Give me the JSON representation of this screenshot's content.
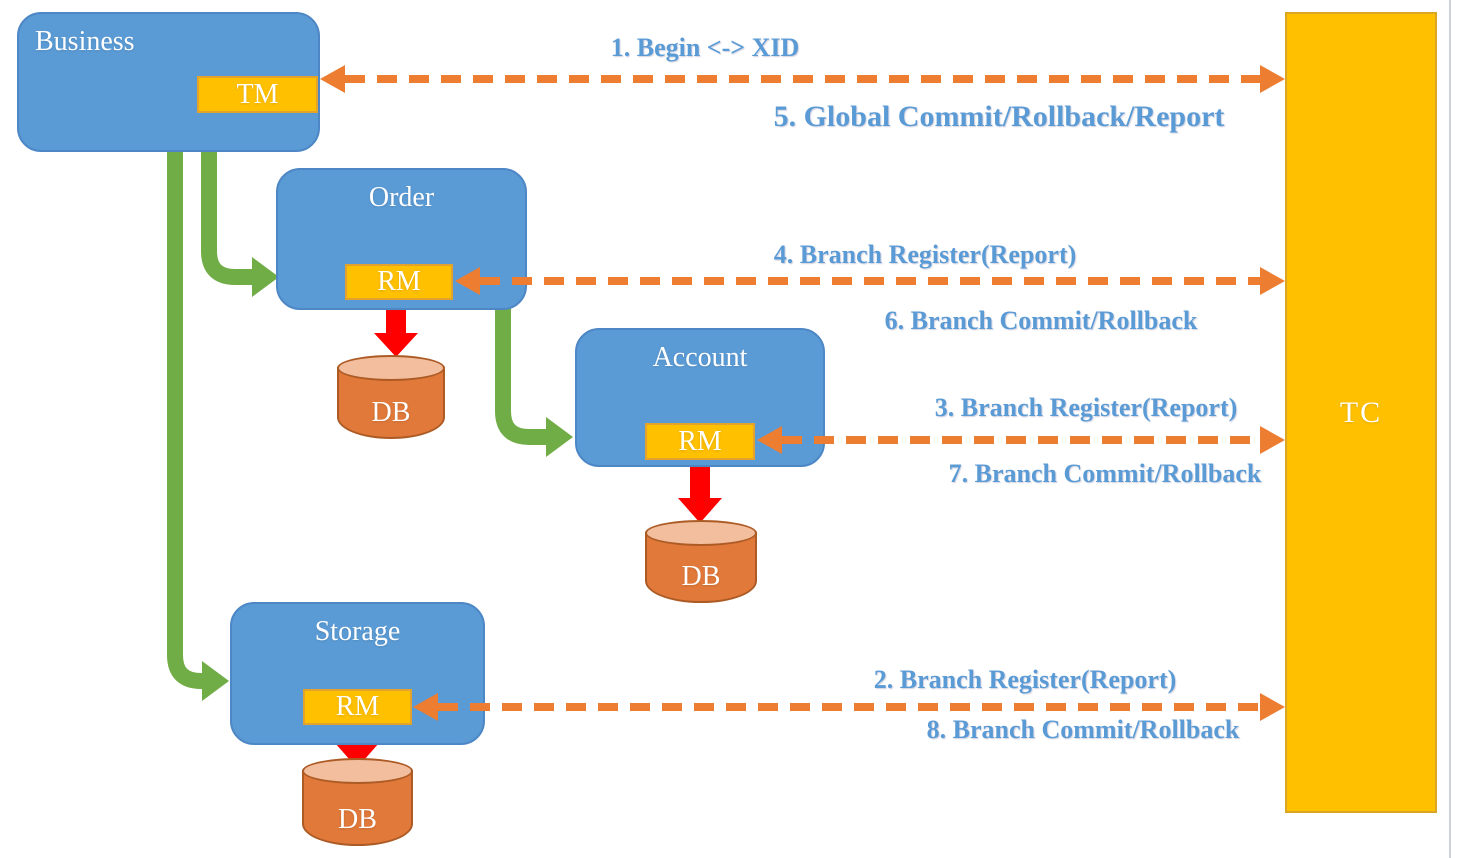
{
  "nodes": {
    "business": {
      "title": "Business",
      "inner": "TM"
    },
    "order": {
      "title": "Order",
      "inner": "RM",
      "db": "DB"
    },
    "account": {
      "title": "Account",
      "inner": "RM",
      "db": "DB"
    },
    "storage": {
      "title": "Storage",
      "inner": "RM",
      "db": "DB"
    },
    "tc": {
      "title": "TC"
    }
  },
  "messages": {
    "begin_xid": "1. Begin <-> XID",
    "global_commit": "5. Global Commit/Rollback/Report",
    "branch_register4": "4. Branch Register(Report)",
    "branch_commit6": "6. Branch Commit/Rollback",
    "branch_register3": "3. Branch Register(Report)",
    "branch_commit7": "7. Branch Commit/Rollback",
    "branch_register2": "2. Branch Register(Report)",
    "branch_commit8": "8. Branch Commit/Rollback"
  },
  "colors": {
    "service_box": "#5B9BD5",
    "manager_box": "#FFC000",
    "tc_box": "#FFC000",
    "db_body": "#E0793A",
    "db_top": "#F2BE9E",
    "call_arrow_green": "#70AD47",
    "db_arrow_red": "#FF0000",
    "dashed_arrow_orange": "#ED7D31",
    "message_text_blue": "#5B9BD5"
  }
}
